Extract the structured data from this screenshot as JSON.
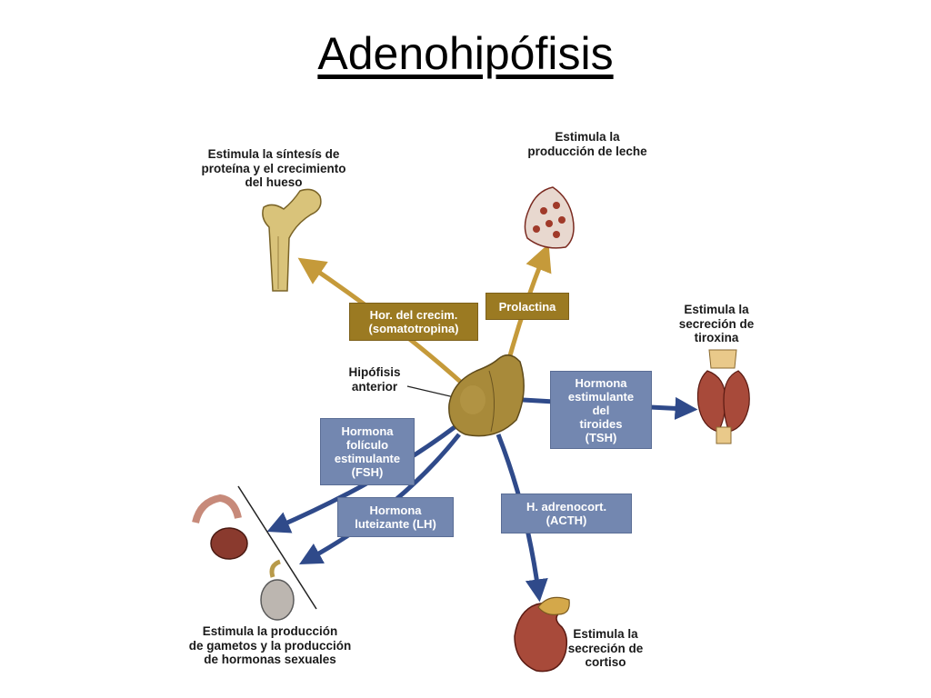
{
  "title": "Adenohipófisis",
  "colors": {
    "gold_box": "#9b7a22",
    "blue_box": "#7387b0",
    "gold_arrow": "#c59a3a",
    "blue_arrow": "#2f4a8a"
  },
  "center": {
    "label": "Hipófisis\nanterior",
    "icon": "pituitary-gland-icon"
  },
  "hormones": [
    {
      "id": "gh",
      "label": "Hor. del crecim.\n(somatotropina)",
      "color": "gold"
    },
    {
      "id": "prl",
      "label": "Prolactina",
      "color": "gold"
    },
    {
      "id": "tsh",
      "label": "Hormona\nestimulante\ndel\ntiroides\n(TSH)",
      "color": "blue"
    },
    {
      "id": "fsh",
      "label": "Hormona\nfolículo\nestimulante\n(FSH)",
      "color": "blue"
    },
    {
      "id": "lh",
      "label": "Hormona\nluteizante (LH)",
      "color": "blue"
    },
    {
      "id": "acth",
      "label": "H. adrenocort.\n(ACTH)",
      "color": "blue"
    }
  ],
  "effects": [
    {
      "id": "bone",
      "label": "Estimula la síntesís de\nproteína y el crecimiento\ndel hueso",
      "icon": "femur-bone-icon"
    },
    {
      "id": "breast",
      "label": "Estimula la\nproducción de leche",
      "icon": "mammary-gland-icon"
    },
    {
      "id": "thyroid",
      "label": "Estimula la\nsecreción de\ntiroxina",
      "icon": "thyroid-gland-icon"
    },
    {
      "id": "gonads",
      "label": "Estimula la producción\nde gametos y la producción\nde hormonas sexuales",
      "icon": "gonads-icon"
    },
    {
      "id": "adrenal",
      "label": "Estimula la\nsecreción de\ncortiso",
      "icon": "adrenal-kidney-icon"
    }
  ]
}
